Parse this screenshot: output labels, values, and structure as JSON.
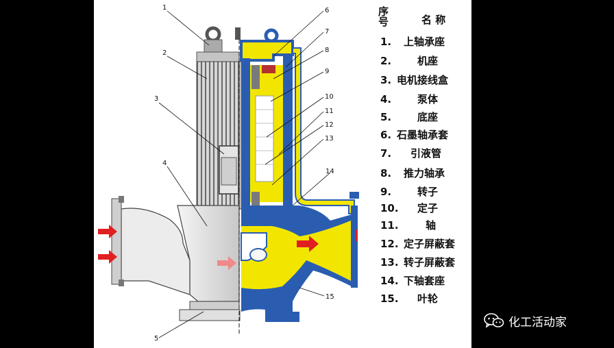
{
  "legend": {
    "header_seq": "序号",
    "header_seq_line1": "序",
    "header_seq_line2": "号",
    "header_name": "名 称",
    "items": [
      {
        "num": "1.",
        "name": "上轴承座"
      },
      {
        "num": "2.",
        "name": "机座"
      },
      {
        "num": "3.",
        "name": "电机接线盒"
      },
      {
        "num": "4.",
        "name": "泵体"
      },
      {
        "num": "5.",
        "name": "底座"
      },
      {
        "num": "6.",
        "name": "石墨轴承套"
      },
      {
        "num": "7.",
        "name": "引液管"
      },
      {
        "num": "8.",
        "name": "推力轴承"
      },
      {
        "num": "9.",
        "name": "转子"
      },
      {
        "num": "10.",
        "name": "定子"
      },
      {
        "num": "11.",
        "name": "轴"
      },
      {
        "num": "12.",
        "name": "定子屏蔽套"
      },
      {
        "num": "13.",
        "name": "转子屏蔽套"
      },
      {
        "num": "14.",
        "name": "下轴套座"
      },
      {
        "num": "15.",
        "name": "叶轮"
      }
    ]
  },
  "callouts": [
    "1",
    "2",
    "3",
    "4",
    "5",
    "6",
    "7",
    "8",
    "9",
    "10",
    "11",
    "12",
    "13",
    "14",
    "15"
  ],
  "watermark": {
    "text": "化工活动家",
    "icon": "wechat-icon"
  },
  "colors": {
    "casing_blue": "#2a5db0",
    "fluid_yellow": "#f2e600",
    "motor_gray": "#bdbdbd",
    "flow_arrow_red": "#e02020",
    "flow_arrow_pink": "#f08a8a"
  }
}
